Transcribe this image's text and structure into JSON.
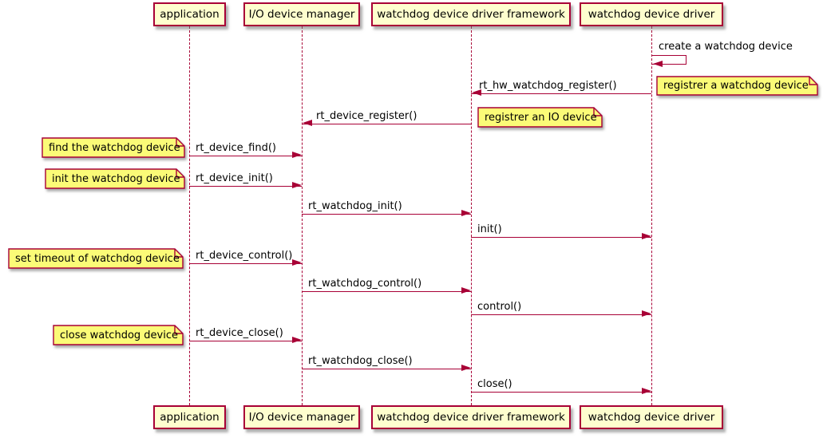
{
  "diagram": {
    "kind": "sequence-diagram",
    "participants": [
      {
        "label": "application"
      },
      {
        "label": "I/O device manager"
      },
      {
        "label": "watchdog device driver framework"
      },
      {
        "label": "watchdog device driver"
      }
    ],
    "messages": [
      {
        "label": "create a watchdog device",
        "from": "watchdog device driver",
        "to": "watchdog device driver",
        "kind": "self"
      },
      {
        "label": "rt_hw_watchdog_register()",
        "from": "watchdog device driver",
        "to": "watchdog device driver framework",
        "kind": "call"
      },
      {
        "label": "rt_device_register()",
        "from": "watchdog device driver framework",
        "to": "I/O device manager",
        "kind": "call"
      },
      {
        "label": "rt_device_find()",
        "from": "application",
        "to": "I/O device manager",
        "kind": "call"
      },
      {
        "label": "rt_device_init()",
        "from": "application",
        "to": "I/O device manager",
        "kind": "call"
      },
      {
        "label": "rt_watchdog_init()",
        "from": "I/O device manager",
        "to": "watchdog device driver framework",
        "kind": "call"
      },
      {
        "label": "init()",
        "from": "watchdog device driver framework",
        "to": "watchdog device driver",
        "kind": "call"
      },
      {
        "label": "rt_device_control()",
        "from": "application",
        "to": "I/O device manager",
        "kind": "call"
      },
      {
        "label": "rt_watchdog_control()",
        "from": "I/O device manager",
        "to": "watchdog device driver framework",
        "kind": "call"
      },
      {
        "label": "control()",
        "from": "watchdog device driver framework",
        "to": "watchdog device driver",
        "kind": "call"
      },
      {
        "label": "rt_device_close()",
        "from": "application",
        "to": "I/O device manager",
        "kind": "call"
      },
      {
        "label": "rt_watchdog_close()",
        "from": "I/O device manager",
        "to": "watchdog device driver framework",
        "kind": "call"
      },
      {
        "label": "close()",
        "from": "watchdog device driver framework",
        "to": "watchdog device driver",
        "kind": "call"
      }
    ],
    "notes": [
      {
        "text": "registrer a watchdog device",
        "attached_to": "watchdog device driver",
        "side": "right"
      },
      {
        "text": "registrer an IO device",
        "attached_to": "watchdog device driver framework",
        "side": "right"
      },
      {
        "text": "find the watchdog device",
        "attached_to": "application",
        "side": "left"
      },
      {
        "text": "init the watchdog device",
        "attached_to": "application",
        "side": "left"
      },
      {
        "text": "set timeout of watchdog device",
        "attached_to": "application",
        "side": "left"
      },
      {
        "text": "close watchdog device",
        "attached_to": "application",
        "side": "left"
      }
    ],
    "colors": {
      "participant_fill": "#FEFECE",
      "note_fill": "#FBFB77",
      "border": "#A80036",
      "arrow": "#A80036",
      "lifeline": "#A80036",
      "text": "#000000",
      "background": "#FFFFFF"
    }
  }
}
